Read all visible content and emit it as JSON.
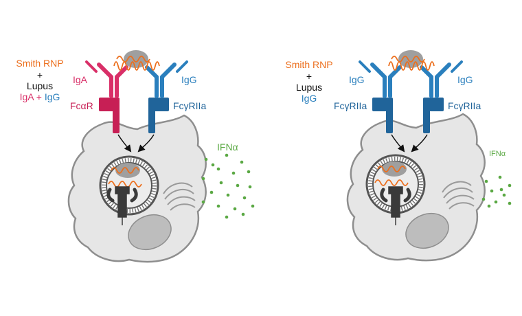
{
  "colors": {
    "orange": "#ec6f1d",
    "pink": "#d92f68",
    "blue": "#2a7fbd",
    "dark_blue": "#20649a",
    "green": "#5aa843",
    "cell_fill": "#e6e6e6",
    "cell_outline": "#8e8e8e"
  },
  "left_panel": {
    "condition_line1": "Smith RNP",
    "condition_plus": "+",
    "condition_line2": "Lupus",
    "antibody_iga": "IgA",
    "antibody_plus": " + ",
    "antibody_igg": "IgG",
    "label_iga": "IgA",
    "label_igg": "IgG",
    "receptor_left": "FcαR",
    "receptor_right": "FcγRIIa",
    "cytokine": "IFNα"
  },
  "right_panel": {
    "condition_line1": "Smith RNP",
    "condition_plus": "+",
    "condition_line2": "Lupus",
    "antibody": "IgG",
    "label_igg_left": "IgG",
    "label_igg_right": "IgG",
    "receptor_left": "FcγRIIa",
    "receptor_right": "FcγRIIa",
    "cytokine": "IFNα"
  }
}
